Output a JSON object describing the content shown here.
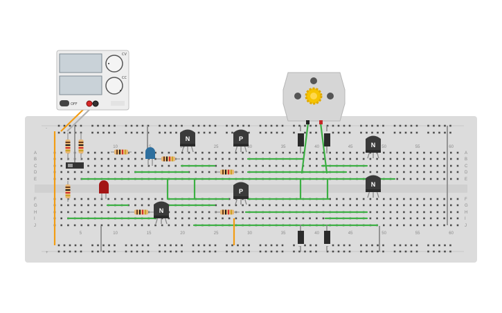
{
  "power_supply": {
    "switch_label": "OFF",
    "knob_labels": [
      "CV",
      "CC"
    ]
  },
  "breadboard": {
    "column_numbers": [
      "5",
      "10",
      "15",
      "20",
      "25",
      "30",
      "35",
      "40",
      "45",
      "50",
      "55",
      "60"
    ],
    "top_column_numbers": [
      "10",
      "15",
      "20",
      "25",
      "30",
      "35",
      "40",
      "45",
      "50",
      "55",
      "60"
    ],
    "rows_top": [
      "A",
      "B",
      "C",
      "D",
      "E"
    ],
    "rows_bottom": [
      "F",
      "G",
      "H",
      "I",
      "J"
    ],
    "rail_signs": [
      "-",
      "+"
    ]
  },
  "transistors": [
    {
      "type": "N"
    },
    {
      "type": "P"
    },
    {
      "type": "N"
    },
    {
      "type": "N"
    },
    {
      "type": "P"
    },
    {
      "type": "N"
    }
  ],
  "colors": {
    "board": "#dcdcdc",
    "wire_green": "#3cb043",
    "wire_orange": "#f39c12",
    "transistor": "#3a3a3a",
    "led_red": "#a31515",
    "led_blue": "#2e6f9e",
    "motor_gear": "#f5c400"
  }
}
